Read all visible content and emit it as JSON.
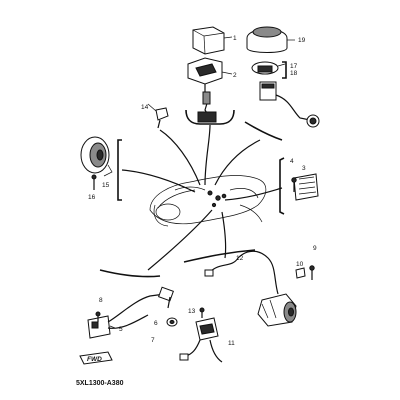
{
  "diagram_code": "5XL1300-A380",
  "logo_text": "FWD",
  "callouts": [
    "1",
    "2",
    "3",
    "4",
    "5",
    "6",
    "7",
    "8",
    "9",
    "10",
    "11",
    "12",
    "13",
    "14",
    "15",
    "16",
    "17",
    "18",
    "19"
  ]
}
